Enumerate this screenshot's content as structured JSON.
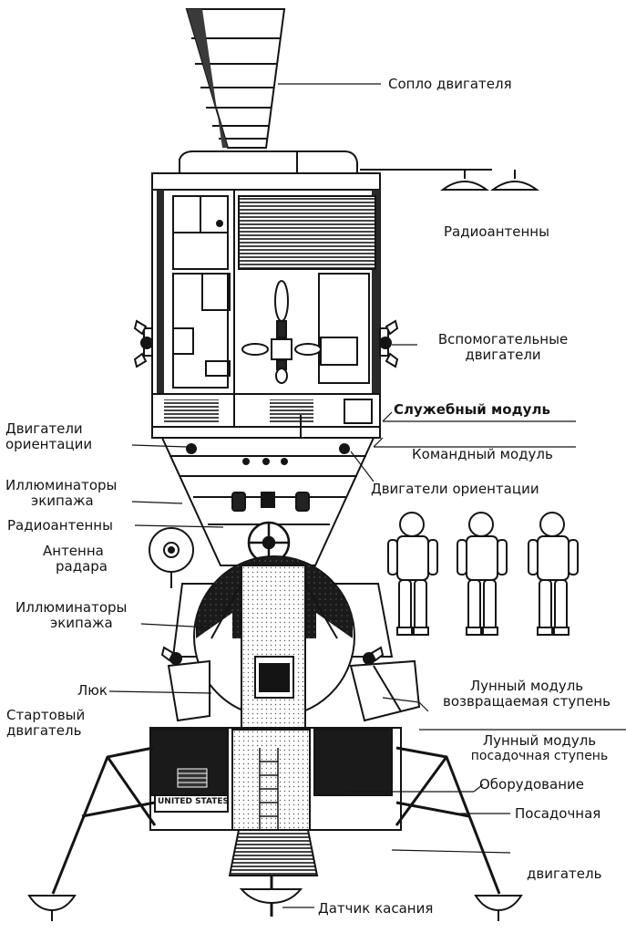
{
  "labels": {
    "nozzle": "Сопло двигателя",
    "radio_antennas_top": "Радиоантенны",
    "aux_engines_1": "Вспомогательные",
    "aux_engines_2": "двигатели",
    "service_module": "Служебный модуль",
    "command_module": "Командный модуль",
    "attitude_left_1": "Двигатели",
    "attitude_left_2": "ориентации",
    "attitude_right": "Двигатели ориентации",
    "crew_windows_1a": "Иллюминаторы",
    "crew_windows_1b": "экипажа",
    "radio_antennas_left": "Радиоантенны",
    "radar_antenna_1": "Антенна",
    "radar_antenna_2": "радара",
    "crew_windows_2a": "Иллюминаторы",
    "crew_windows_2b": "экипажа",
    "hatch": "Люк",
    "ascent_engine_1": "Стартовый",
    "ascent_engine_2": "двигатель",
    "lm_ascent_1": "Лунный модуль",
    "lm_ascent_2": "возвращаемая ступень",
    "lm_descent_1": "Лунный модуль",
    "lm_descent_2": "посадочная ступень",
    "equipment": "Оборудование",
    "landing": "Посадочная",
    "engine": "двигатель",
    "touch_sensor": "Датчик касания",
    "flag_text": "UNITED STATES"
  },
  "colors": {
    "ink": "#141414",
    "paper": "#ffffff",
    "shade": "#2a2a2a",
    "gray": "#8a8a8a"
  }
}
